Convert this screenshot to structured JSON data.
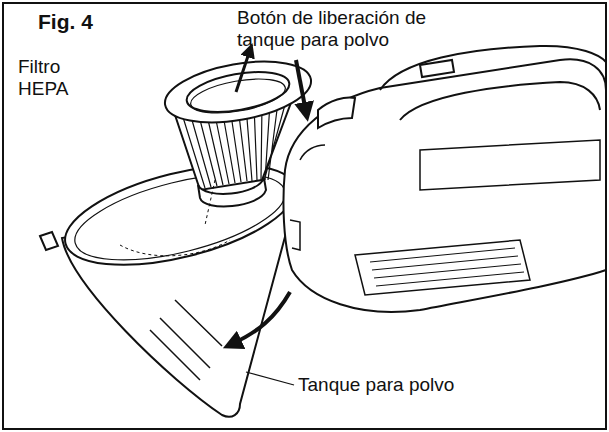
{
  "diagram": {
    "title": "Fig. 4",
    "labels": [
      "Filtro HEPA",
      "Botón de liberación de tanque para polvo",
      "Tanque para polvo"
    ]
  }
}
